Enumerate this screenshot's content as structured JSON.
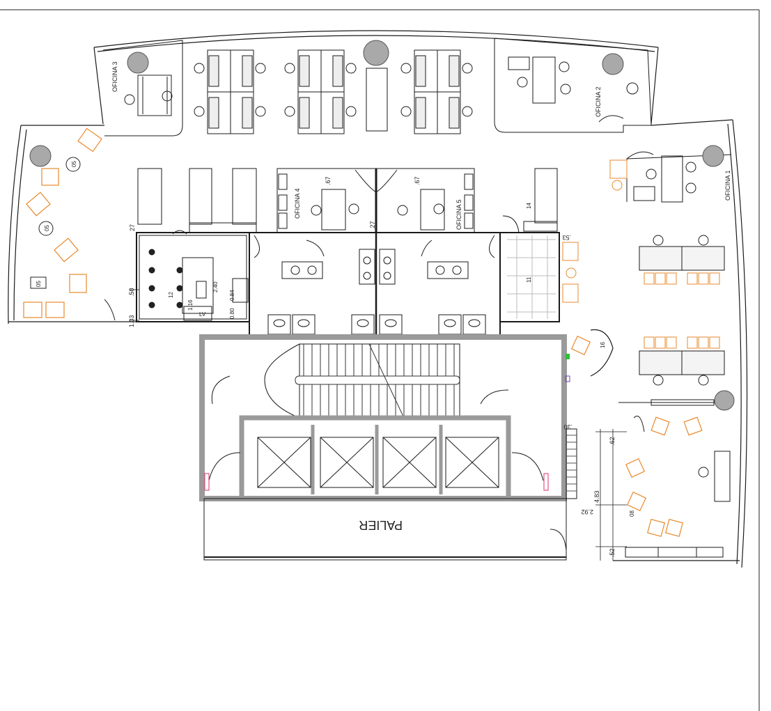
{
  "rooms": {
    "oficina_1": "OFICINA 1",
    "oficina_2": "OFICINA 2",
    "oficina_3": "OFICINA 3",
    "oficina_4": "OFICINA 4",
    "oficina_5": "OFICINA 5",
    "palier": "PALIER",
    "lv": "LV"
  },
  "dimensions": {
    "d27_a": "27",
    "d27_b": ".27",
    "d50": ".50",
    "d103": "1.03",
    "d67_a": ".67",
    "d67_b": ".67",
    "d53": ".53",
    "d30": ".30",
    "d62": ".62",
    "d483": "4.83",
    "d292": "2.92",
    "d52": ".52",
    "d240": "2.40",
    "d116": "1.16",
    "d084": "0.84",
    "d080": "0.80"
  },
  "tags": {
    "t05_a": "05",
    "t05_b": "05",
    "t05_c": "05",
    "t14": "14",
    "t11": "11",
    "t12": "12",
    "t16": "16",
    "t08": "08"
  },
  "colors": {
    "line": "#1a1a1a",
    "wall": "#9a9a9a",
    "furniture_accent": "#e8892c",
    "column": "#a9a9a9",
    "marker_pink": "#e0306a",
    "marker_green": "#2fbf3a",
    "marker_purple": "#7a3fb0"
  }
}
